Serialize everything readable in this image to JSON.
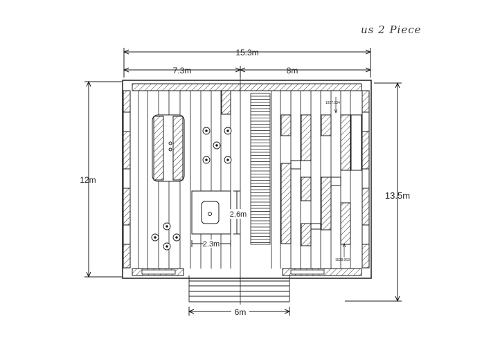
{
  "header": {
    "note": "us 2 Piece"
  },
  "dimensions": {
    "total_width": "15.3m",
    "left_section": "7.3m",
    "right_section": "8m",
    "left_height": "12m",
    "right_height": "13.5m",
    "entry_width": "6m",
    "table_depth": "2.6m",
    "table_width": "2.3m"
  },
  "annotations": {
    "top_right_code": "1837.534",
    "bottom_right_code": "1528.063"
  },
  "colors": {
    "line": "#1a1a1a",
    "hatch": "#333333",
    "background": "#ffffff"
  }
}
